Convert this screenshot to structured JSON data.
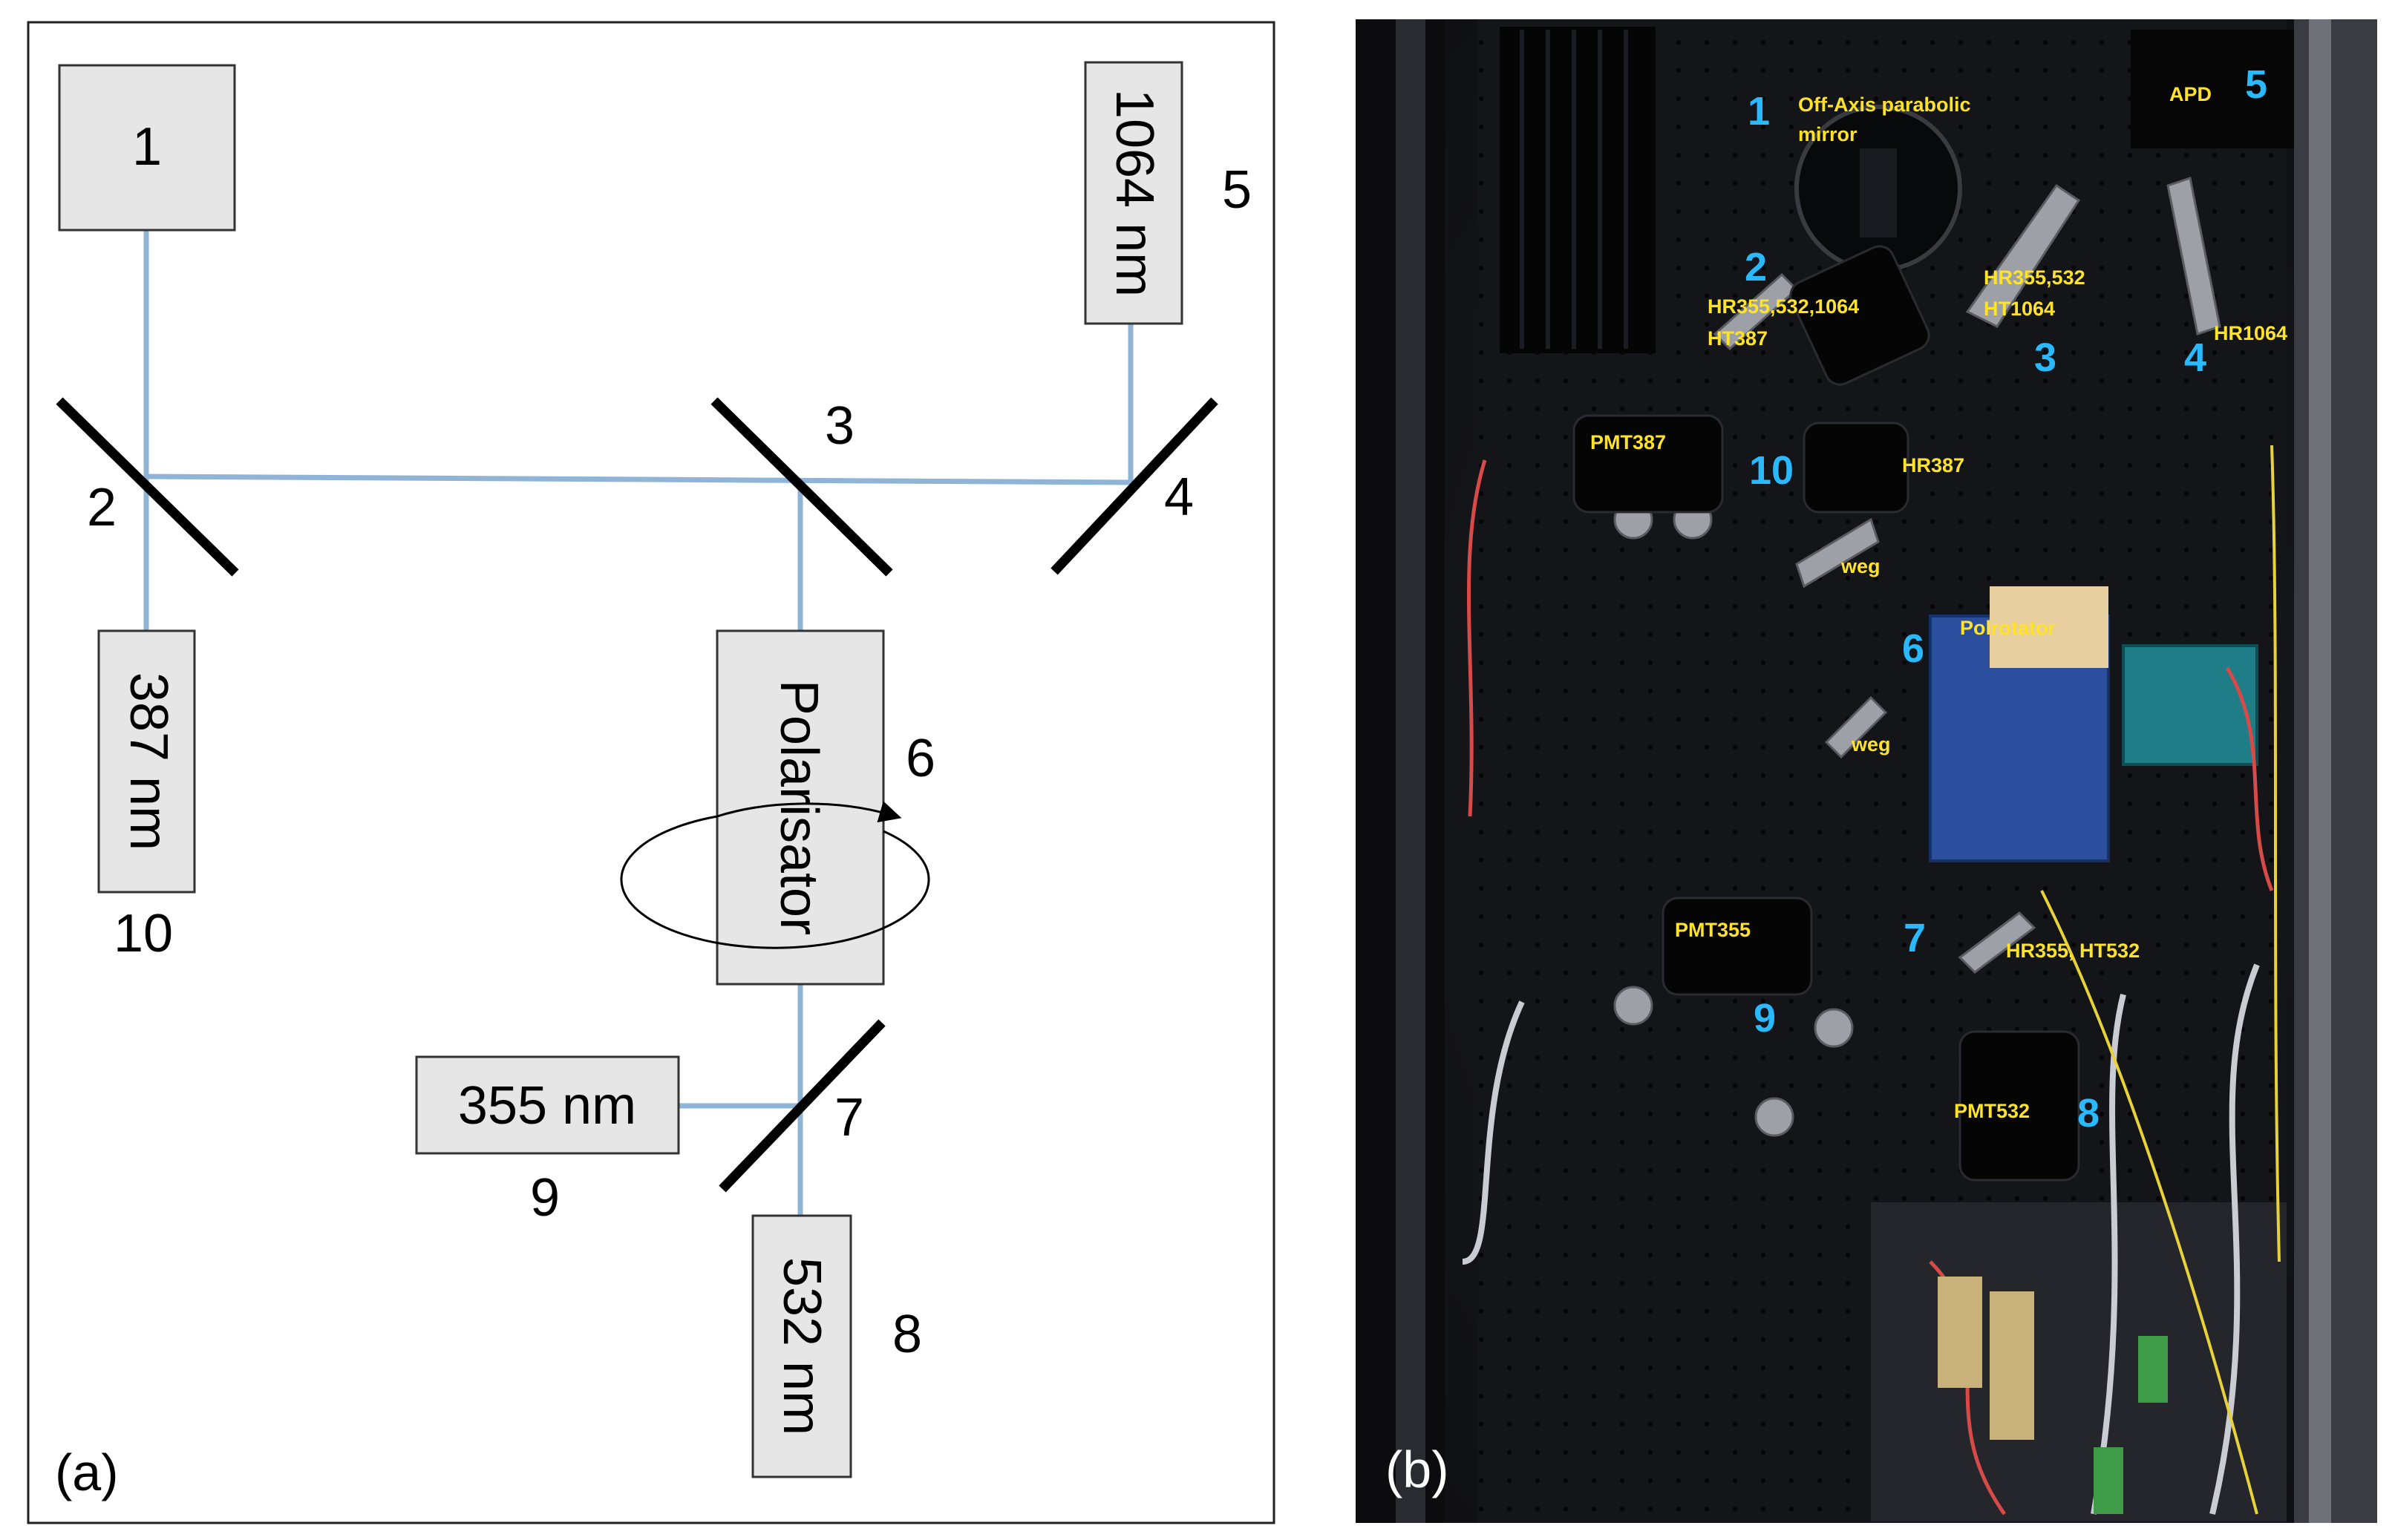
{
  "panel_a": {
    "panel_label": "(a)",
    "numbers": [
      "1",
      "2",
      "3",
      "4",
      "5",
      "6",
      "7",
      "8",
      "9",
      "10"
    ],
    "boxes": {
      "b1": "1",
      "b387": "387 nm",
      "b1064": "1064 nm",
      "polarisator": "Polarisator",
      "b355": "355 nm",
      "b532": "532 nm"
    }
  },
  "panel_b": {
    "panel_label": "(b)",
    "numbers": [
      "1",
      "2",
      "3",
      "4",
      "5",
      "6",
      "7",
      "8",
      "9",
      "10"
    ],
    "labels": {
      "off_axis_1": "Off-Axis parabolic",
      "off_axis_2": "mirror",
      "apd": "APD",
      "hr2_1": "HR355,532,1064",
      "hr2_2": "HT387",
      "hr3_1": "HR355,532",
      "hr3_2": "HT1064",
      "hr1064": "HR1064",
      "pmt387": "PMT387",
      "hr387": "HR387",
      "weg1": "weg",
      "polrotator": "Polrotator",
      "weg2": "weg",
      "pmt355": "PMT355",
      "hr7": "HR355, HT532",
      "pmt532": "PMT532"
    }
  },
  "colors": {
    "beam": "#8fb4d6",
    "box_fill": "#e6e6e6",
    "label_yellow": "#ffe22a",
    "label_cyan": "#29b9ff",
    "panel_bg": "#17181c"
  }
}
